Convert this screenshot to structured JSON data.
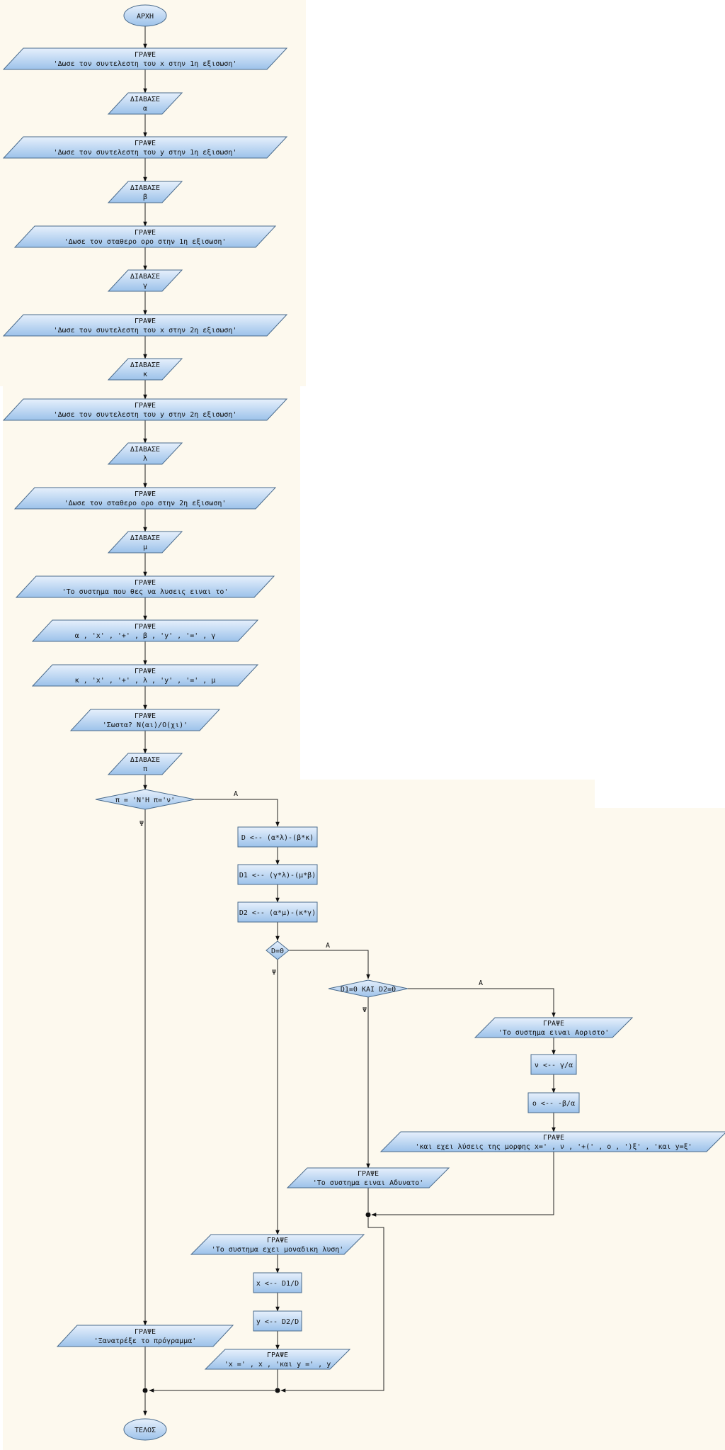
{
  "colors": {
    "fill_top": "#e6f0fc",
    "fill_bottom": "#9cc2ea",
    "stroke": "#4a6b8c",
    "line": "#222222",
    "canvas": "#fdf9ee"
  },
  "flowchart": {
    "start": "ΑΡΧΗ",
    "end": "ΤΕΛΟΣ",
    "write_kw": "ΓΡΑΨΕ",
    "read_kw": "ΔΙΑΒΑΣΕ",
    "yes": "Α",
    "no": "Ψ",
    "w1": "'Δωσε τον συντελεστη του x στην 1η εξισωση'",
    "r_a": "α",
    "w2": "'Δωσε τον συντελεστη του y στην 1η εξισωση'",
    "r_b": "β",
    "w3": "'Δωσε τον σταθερο ορο στην 1η εξισωση'",
    "r_c": "γ",
    "w4": "'Δωσε τον συντελεστη του x στην 2η εξισωση'",
    "r_k": "κ",
    "w5": "'Δωσε τον συντελεστη του y στην 2η εξισωση'",
    "r_l": "λ",
    "w6": "'Δωσε τον σταθερο ορο στην 2η εξισωση'",
    "r_m": "μ",
    "w7": "'Το συστημα που θες να λυσεις ειναι το'",
    "w8": "α , 'x' , '+' , β , 'y' , '=' , γ",
    "w9": "κ , 'x' , '+' , λ , 'y' , '=' , μ",
    "w10": "'Σωστα? Ν(αι)/Ο(χι)'",
    "r_p": "π",
    "d1": "π = 'Ν'Η π='ν'",
    "a_D": "D <-- (α*λ)-(β*κ)",
    "a_D1": "D1 <-- (γ*λ)-(μ*β)",
    "a_D2": "D2 <-- (α*μ)-(κ*γ)",
    "d2": "D=0",
    "d3": "D1=0 ΚΑΙ D2=0",
    "w11": "'Το συστημα ειναι Αοριστο'",
    "a_v": "ν <-- γ/α",
    "a_o": "ο <-- -β/α",
    "w12": "'και εχει λύσεις της μορφης x=' , ν , '+(' , ο , ')ξ' , 'και y=ξ'",
    "w13": "'Το συστημα ειναι Αδυνατο'",
    "w14": "'Το συστημα εχει μοναδικη λυση'",
    "a_x": "x <-- D1/D",
    "a_y": "y <-- D2/D",
    "w15": "'x =' , x , 'και y =' , y",
    "w16": "'Ξανατρέξε το πρόγραμμα'"
  }
}
